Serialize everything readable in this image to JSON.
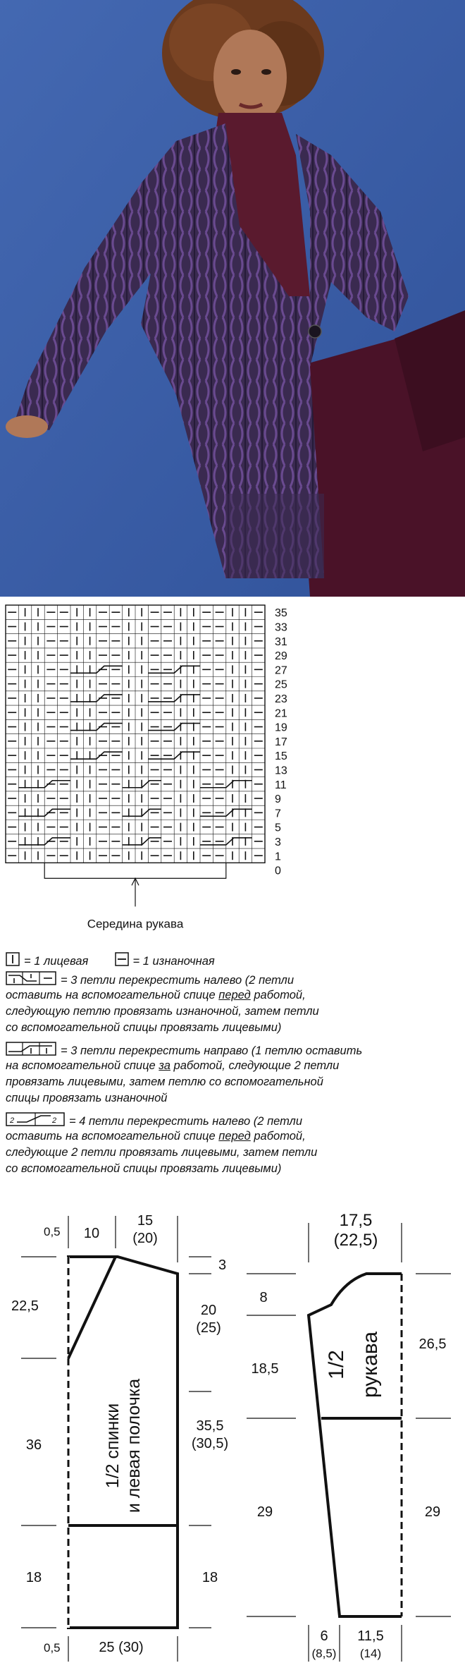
{
  "photo": {
    "alt": "",
    "colors": {
      "background": "#3a5ea8",
      "cardigan": "#3b2a52",
      "turtleneck": "#5a1a2e",
      "skin": "#b07858",
      "hair": "#6b3a1e"
    }
  },
  "chart": {
    "row_numbers": [
      "35",
      "33",
      "31",
      "29",
      "27",
      "25",
      "23",
      "21",
      "19",
      "17",
      "15",
      "13",
      "11",
      "9",
      "7",
      "5",
      "3",
      "1",
      "0"
    ],
    "bottom_label": "Середина рукава",
    "cross_label": "2"
  },
  "legend": {
    "knit": "= 1 лицевая",
    "purl": "= 1 изнаночная",
    "left3_a": "= 3 петли перекрестить налево (2 петли",
    "left3_b_pre": "оставить на вспомогательной спице ",
    "left3_b_u": "перед",
    "left3_b_post": " работой,",
    "left3_c": "следующую петлю провязать изнаночной, затем петли",
    "left3_d": "со вспомогательной спицы провязать лицевыми)",
    "right3_a": "= 3 петли перекрестить направо (1 петлю оставить",
    "right3_b_pre": "на вспомогательной спице ",
    "right3_b_u": "за",
    "right3_b_post": " работой, следующие 2 петли",
    "right3_c": "провязать лицевыми, затем петлю со вспомогательной",
    "right3_d": "спицы провязать изнаночной",
    "left4_a": "= 4 петли перекрестить налево (2 петли",
    "left4_b_pre": "оставить на вспомогательной спице ",
    "left4_b_u": "перед",
    "left4_b_post": " работой,",
    "left4_c": "следующие 2 петли провязать лицевыми, затем петли",
    "left4_d": "со вспомогательной спицы провязать лицевыми)",
    "sym_num": "2"
  },
  "back": {
    "label1": "1/2 спинки",
    "label2": "и левая полочка",
    "d_05_top": "0,5",
    "d_10": "10",
    "d_15": "15",
    "d_20": "(20)",
    "d_3": "3",
    "d_22_5": "22,5",
    "d_20b": "20",
    "d_25b": "(25)",
    "d_36": "36",
    "d_35_5": "35,5",
    "d_30_5": "(30,5)",
    "d_18L": "18",
    "d_18R": "18",
    "d_05_bot": "0,5",
    "d_25_30": "25  (30)"
  },
  "sleeve": {
    "label1": "1/2",
    "label2": "рукава",
    "d_17_5": "17,5",
    "d_22_5": "(22,5)",
    "d_8": "8",
    "d_18_5": "18,5",
    "d_26_5": "26,5",
    "d_29L": "29",
    "d_29R": "29",
    "d_6": "6",
    "d_11_5": "11,5",
    "d_8_5": "(8,5)",
    "d_14": "(14)"
  }
}
